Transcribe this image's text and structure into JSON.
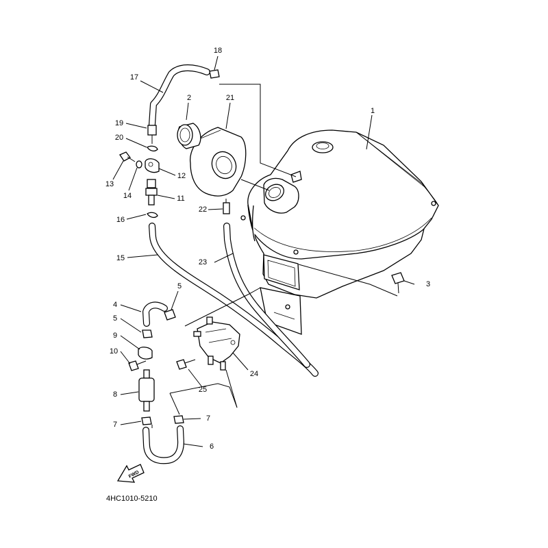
{
  "diagram_code": "4HC1010-5210",
  "fwd_label": "FWD",
  "callouts": [
    "1",
    "2",
    "3",
    "4",
    "5",
    "5",
    "6",
    "7",
    "7",
    "8",
    "9",
    "10",
    "11",
    "12",
    "13",
    "14",
    "15",
    "16",
    "17",
    "18",
    "19",
    "20",
    "21",
    "22",
    "23",
    "24",
    "25"
  ]
}
